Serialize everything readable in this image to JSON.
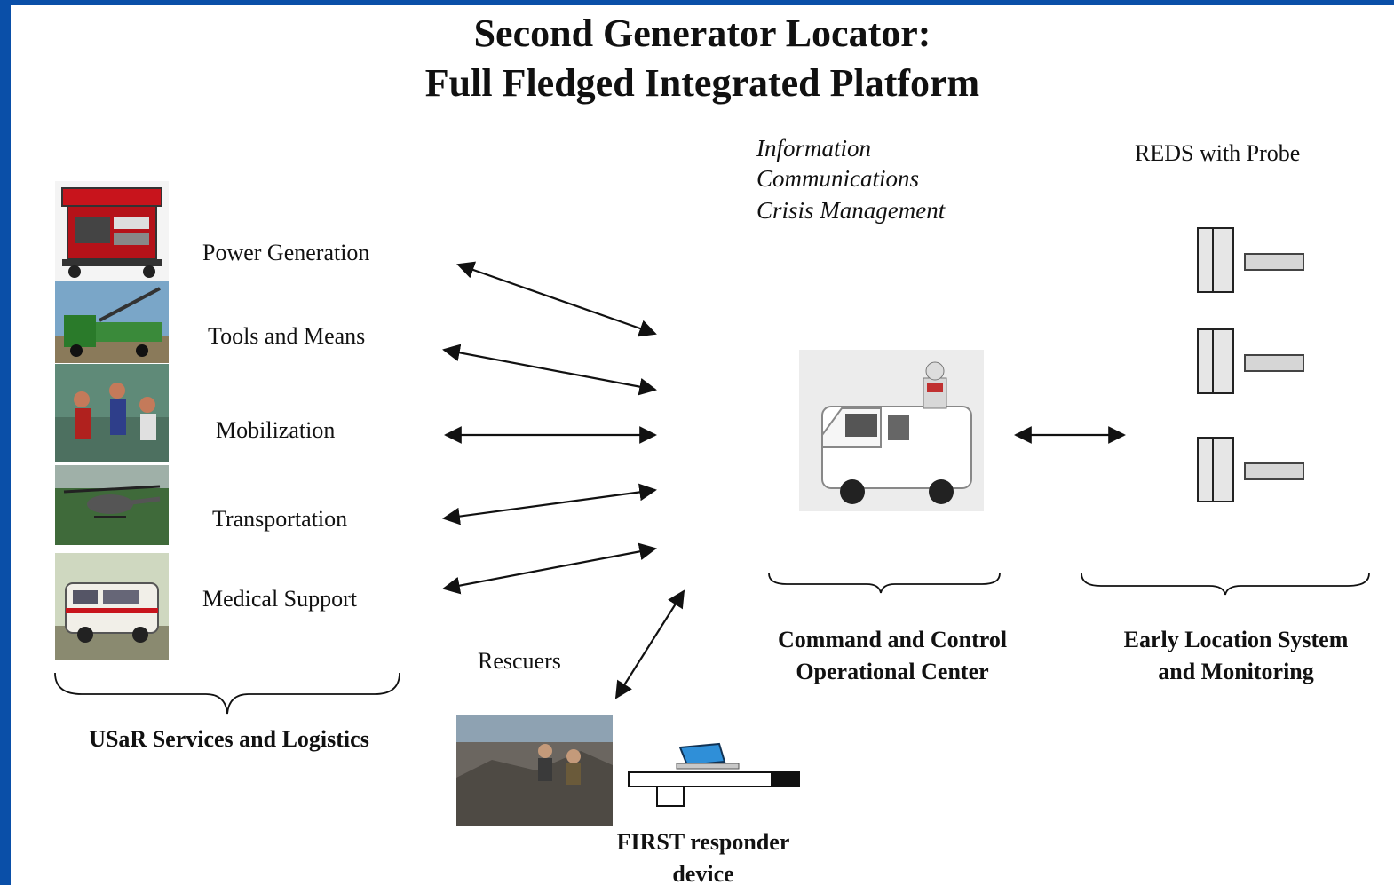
{
  "title": {
    "line1": "Second Generator Locator:",
    "line2": "Full Fledged Integrated Platform"
  },
  "usar": {
    "items": [
      "Power Generation",
      "Tools and Means",
      "Mobilization",
      "Transportation",
      "Medical Support"
    ],
    "group_label": "USaR Services and Logistics"
  },
  "center": {
    "functions": [
      "Information",
      "Communications",
      "Crisis Management"
    ],
    "group_label_line1": "Command and Control",
    "group_label_line2": "Operational Center"
  },
  "reds": {
    "heading": "REDS with Probe",
    "group_label_line1": "Early Location System",
    "group_label_line2": "and Monitoring"
  },
  "rescuers": {
    "label": "Rescuers",
    "device_line1": "FIRST responder",
    "device_line2": "device"
  },
  "colors": {
    "background_frame": "#0a4fa8",
    "slide": "#ffffff",
    "generator_red": "#c8141c",
    "truck_green": "#2a7a2a",
    "laptop_blue": "#2f8fd8"
  }
}
